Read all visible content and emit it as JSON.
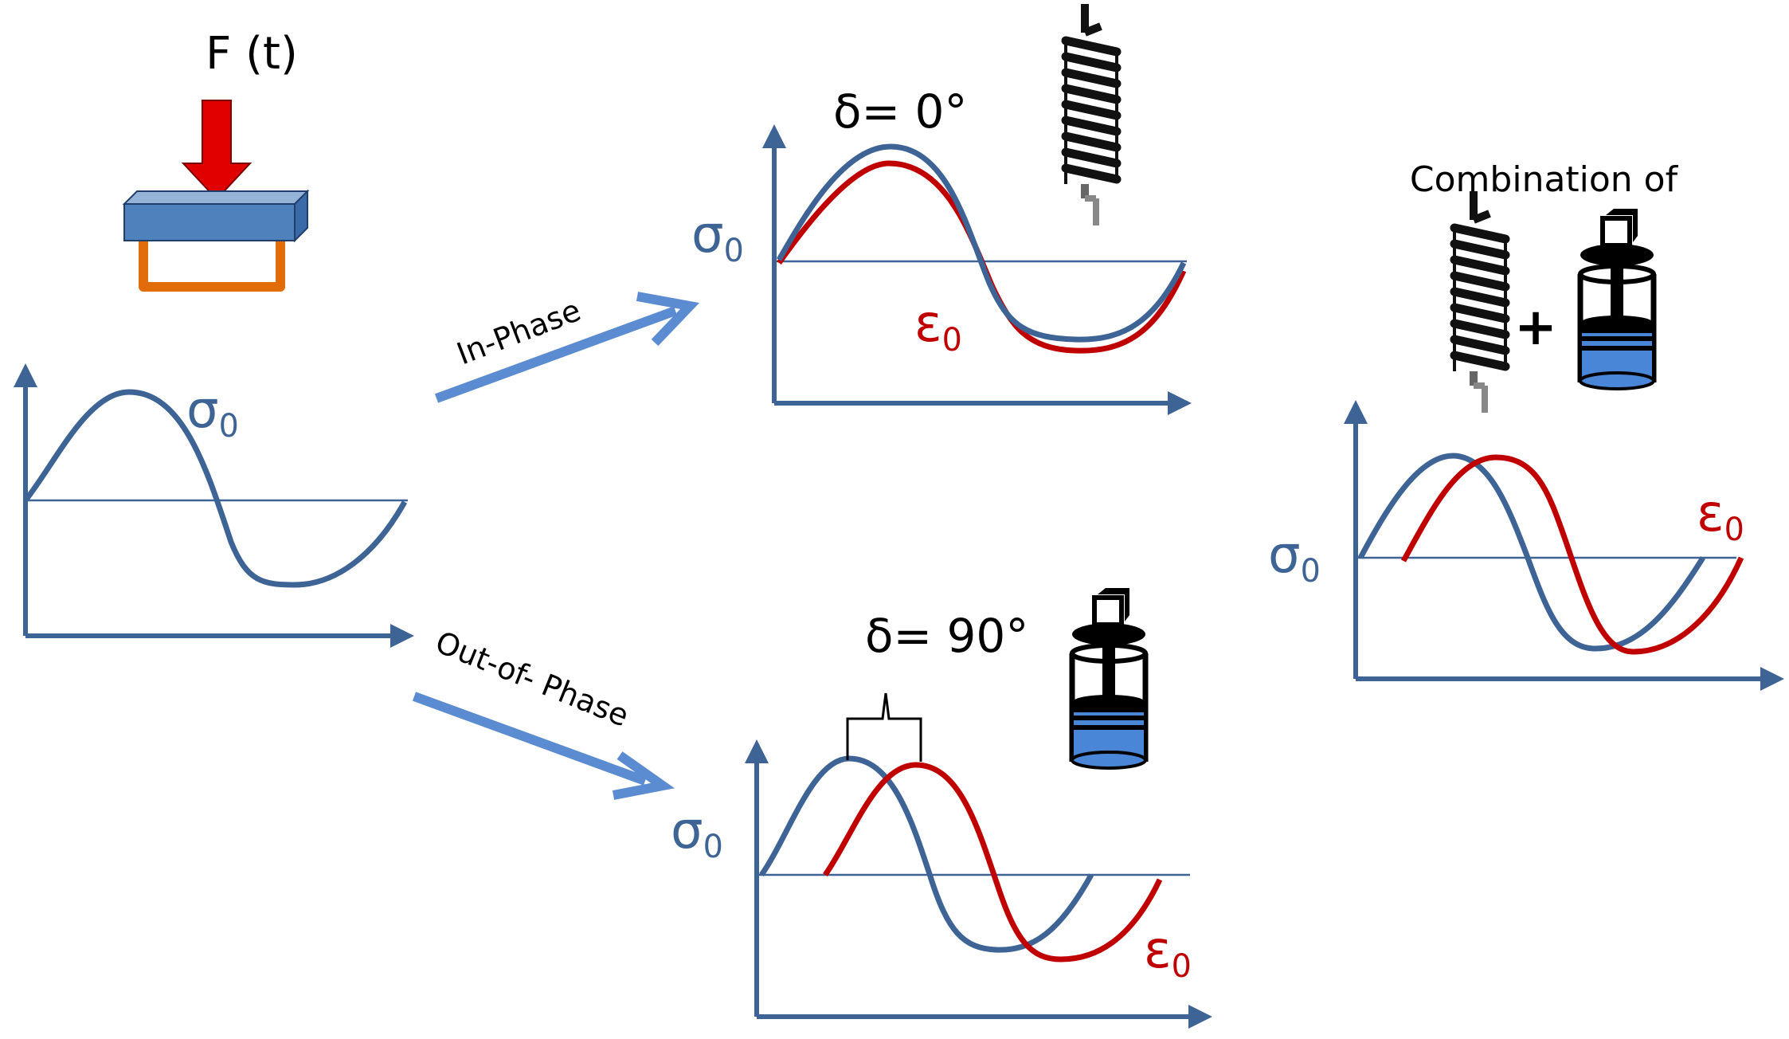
{
  "force_label": "F (t)",
  "arrow_in_phase_label": "In-Phase",
  "arrow_out_phase_label": "Out-of- Phase",
  "combination_label": "Combination of",
  "plus_sign": "+",
  "stress_symbol": "σ",
  "strain_symbol": "ε",
  "subscript": "0",
  "in_phase_delta": "δ= 0°",
  "out_phase_delta": "δ= 90°",
  "colors": {
    "stress": "#3e6496",
    "strain": "#c00000",
    "arrow": "#5b8bd0",
    "force_arrow": "#e00000",
    "plate": "#4f81bd",
    "frame": "#e36c0a",
    "dashpot_fluid": "#4a86d8"
  },
  "icons": [
    "spring-icon",
    "dashpot-icon"
  ]
}
